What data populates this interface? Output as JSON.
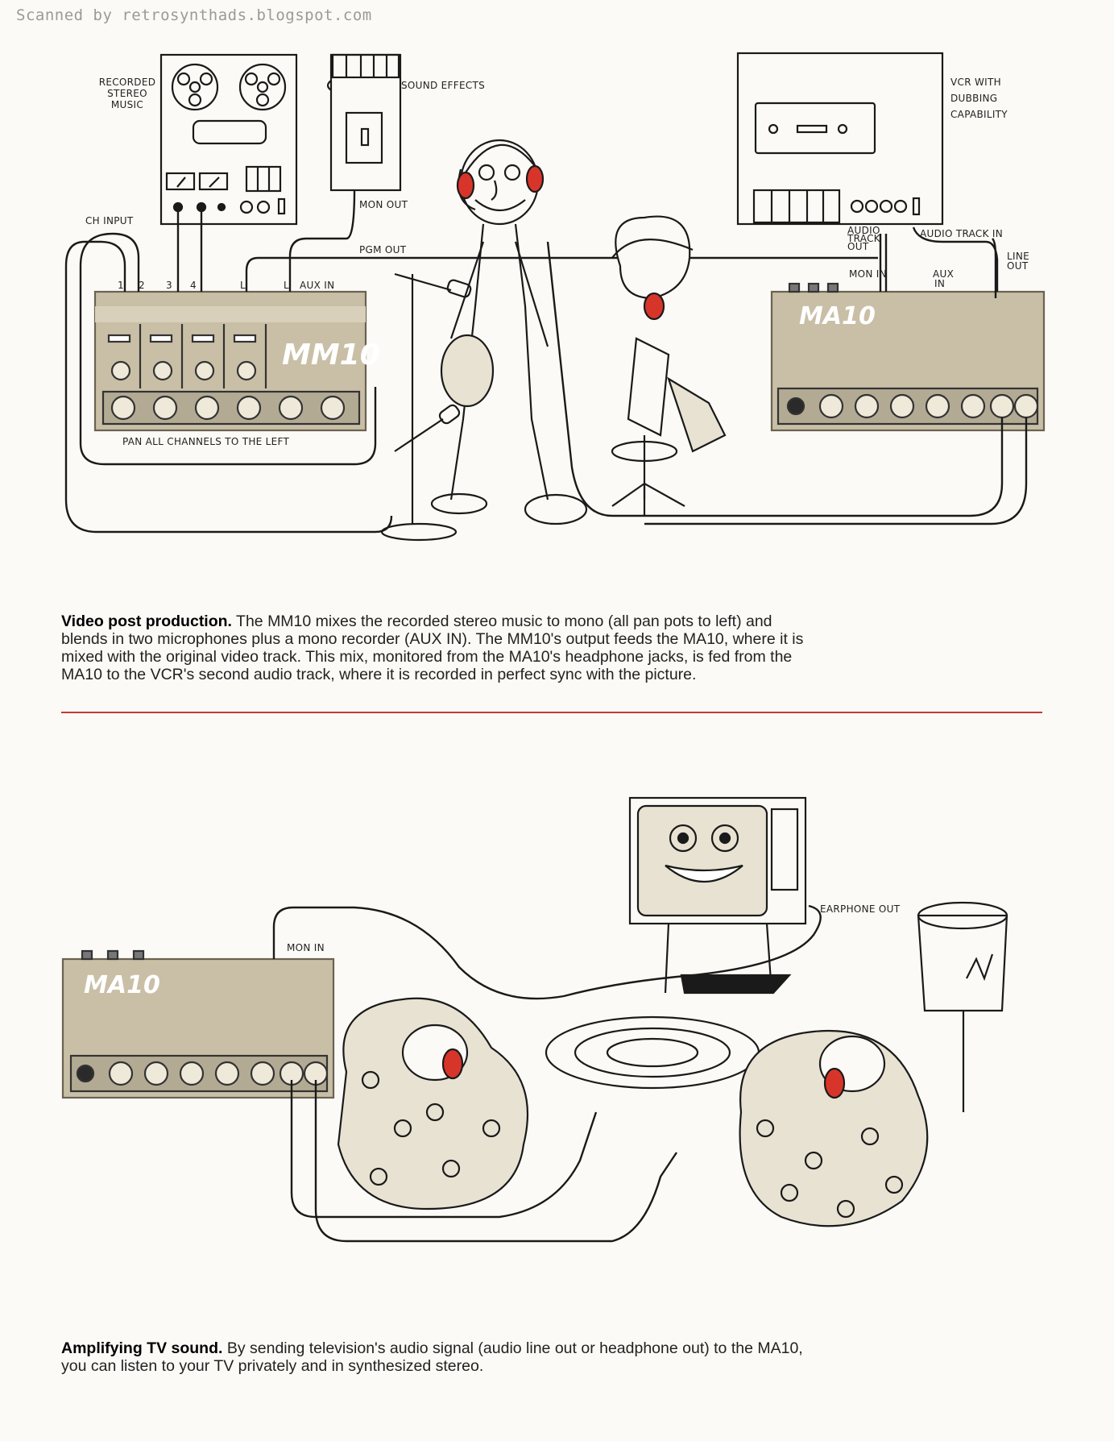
{
  "scan_credit": "Scanned by retrosynthads.blogspot.com",
  "top_diagram": {
    "labels": {
      "recorded_stereo_music": [
        "RECORDED",
        "STEREO",
        "MUSIC"
      ],
      "sound_effects": "SOUND EFFECTS",
      "vcr": [
        "VCR WITH",
        "DUBBING",
        "CAPABILITY"
      ],
      "ch_input": "CH INPUT",
      "mon_out": "MON OUT",
      "pgm_out": "PGM OUT",
      "aux_in_left": "AUX IN",
      "audio_track_out": [
        "AUDIO",
        "TRACK",
        "OUT"
      ],
      "audio_track_in": "AUDIO TRACK IN",
      "mon_in": "MON IN",
      "aux_in_right": [
        "AUX",
        "IN"
      ],
      "line_out": [
        "LINE",
        "OUT"
      ],
      "pan_note": "PAN ALL CHANNELS TO THE LEFT",
      "channel_numbers": [
        "1",
        "2",
        "3",
        "4",
        "L",
        "L"
      ],
      "mm10_brand": "MM10",
      "ma10_brand": "MA10"
    }
  },
  "top_caption": {
    "title": "Video post production.",
    "body": "The MM10 mixes the recorded stereo music to mono (all pan pots to left) and blends in two microphones plus a mono recorder (AUX IN). The MM10's output feeds the MA10, where it is mixed with the original video track. This mix, monitored from the MA10's headphone jacks, is fed from the MA10 to the VCR's second audio track, where it is recorded in perfect sync with the picture."
  },
  "bottom_diagram": {
    "labels": {
      "mon_in": "MON IN",
      "earphone_out": "EARPHONE OUT",
      "ma10_brand": "MA10"
    }
  },
  "bottom_caption": {
    "title": "Amplifying TV sound.",
    "body": "By sending television's audio signal (audio line out or headphone out) to the MA10, you can listen to your TV privately and in synthesized stereo."
  },
  "colors": {
    "panel_tan": "#c9bfa6",
    "accent_red": "#c63a32",
    "headphone_red": "#d8352a",
    "ink": "#1a1a1a"
  }
}
